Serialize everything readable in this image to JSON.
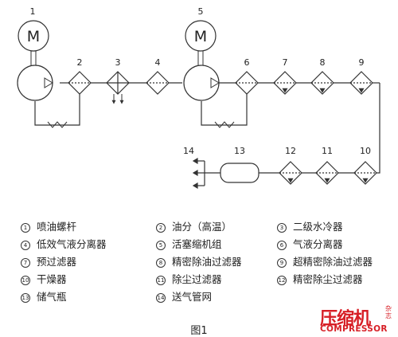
{
  "component_numbers": [
    "1",
    "2",
    "3",
    "4",
    "5",
    "6",
    "7",
    "8",
    "9",
    "10",
    "11",
    "12",
    "13",
    "14"
  ],
  "motor_symbol": "M",
  "legend": [
    {
      "num": "1",
      "label": "喷油螺杆"
    },
    {
      "num": "2",
      "label": "油分（高温）"
    },
    {
      "num": "3",
      "label": "二级水冷器"
    },
    {
      "num": "4",
      "label": "低效气液分离器"
    },
    {
      "num": "5",
      "label": "活塞缩机组"
    },
    {
      "num": "6",
      "label": "气液分离器"
    },
    {
      "num": "7",
      "label": "预过滤器"
    },
    {
      "num": "8",
      "label": "精密除油过滤器"
    },
    {
      "num": "9",
      "label": "超精密除油过滤器"
    },
    {
      "num": "10",
      "label": "干燥器"
    },
    {
      "num": "11",
      "label": "除尘过滤器"
    },
    {
      "num": "12",
      "label": "精密除尘过滤器"
    },
    {
      "num": "13",
      "label": "储气瓶"
    },
    {
      "num": "14",
      "label": "送气管网"
    }
  ],
  "caption": "图1",
  "logo": {
    "cn": "压缩机",
    "side": "杂志",
    "en": "COMPRESSOR",
    "registered": "®"
  },
  "colors": {
    "line": "#333333",
    "logo": "#d71f26"
  }
}
